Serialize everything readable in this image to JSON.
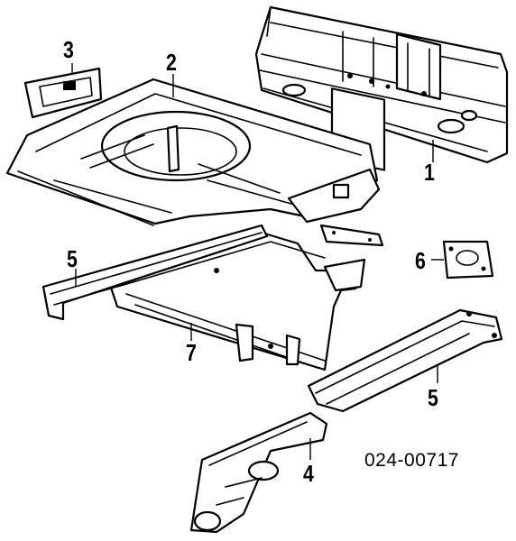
{
  "diagram": {
    "callouts": {
      "c1": "1",
      "c2": "2",
      "c3": "3",
      "c4": "4",
      "c5_left": "5",
      "c5_right": "5",
      "c6": "6",
      "c7": "7"
    },
    "part_code": "024-00717"
  }
}
